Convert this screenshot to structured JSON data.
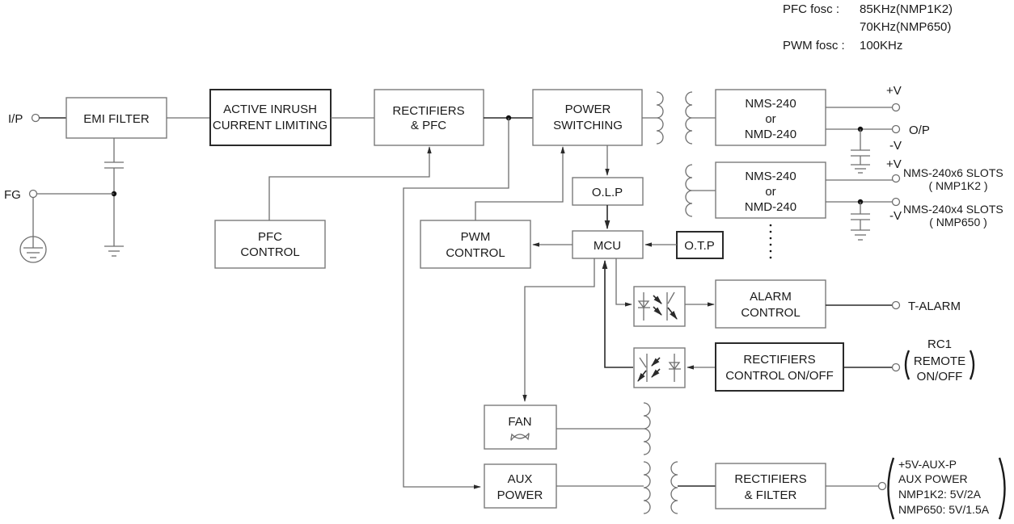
{
  "notes": {
    "pfc_fosc_label": "PFC fosc :",
    "pfc_fosc_value_1": "85KHz(NMP1K2)",
    "pfc_fosc_value_2": "70KHz(NMP650)",
    "pwm_fosc_label": "PWM fosc :",
    "pwm_fosc_value": "100KHz"
  },
  "terminals": {
    "ip": "I/P",
    "fg": "FG",
    "plus_v_1": "+V",
    "minus_v_1": "-V",
    "op": "O/P",
    "plus_v_2": "+V",
    "minus_v_2": "-V",
    "slots_1": "NMS-240x6 SLOTS",
    "slots_1_model": "( NMP1K2 )",
    "slots_2": "NMS-240x4 SLOTS",
    "slots_2_model": "( NMP650 )",
    "t_alarm": "T-ALARM",
    "rc1": "RC1",
    "rc1_line1": "REMOTE",
    "rc1_line2": "ON/OFF",
    "aux_line1": "+5V-AUX-P",
    "aux_line2": "AUX POWER",
    "aux_line3": "NMP1K2: 5V/2A",
    "aux_line4": "NMP650: 5V/1.5A"
  },
  "blocks": {
    "emi_filter": [
      "EMI FILTER"
    ],
    "active_inrush": [
      "ACTIVE INRUSH",
      "CURRENT LIMITING"
    ],
    "rectifiers_pfc": [
      "RECTIFIERS",
      "& PFC"
    ],
    "power_switching": [
      "POWER",
      "SWITCHING"
    ],
    "module_1": [
      "NMS-240",
      "or",
      "NMD-240"
    ],
    "module_2": [
      "NMS-240",
      "or",
      "NMD-240"
    ],
    "olp": [
      "O.L.P"
    ],
    "pfc_control": [
      "PFC",
      "CONTROL"
    ],
    "pwm_control": [
      "PWM",
      "CONTROL"
    ],
    "mcu": [
      "MCU"
    ],
    "otp": [
      "O.T.P"
    ],
    "alarm_control": [
      "ALARM",
      "CONTROL"
    ],
    "rectifiers_control": [
      "RECTIFIERS",
      "CONTROL ON/OFF"
    ],
    "fan": [
      "FAN"
    ],
    "aux_power": [
      "AUX",
      "POWER"
    ],
    "rectifiers_filter": [
      "RECTIFIERS",
      "& FILTER"
    ]
  }
}
